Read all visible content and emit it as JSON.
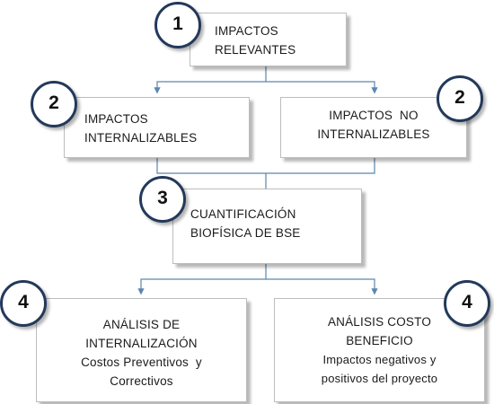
{
  "boxes": {
    "b1": {
      "number": "1",
      "lines": [
        "IMPACTOS",
        "RELEVANTES"
      ]
    },
    "b2a": {
      "number": "2",
      "lines": [
        "IMPACTOS",
        "INTERNALIZABLES"
      ]
    },
    "b2b": {
      "number": "2",
      "lines": [
        "IMPACTOS  NO",
        "INTERNALIZABLES"
      ]
    },
    "b3": {
      "number": "3",
      "lines": [
        "CUANTIFICACIÓN",
        "BIOFÍSICA DE BSE"
      ]
    },
    "b4a": {
      "number": "4",
      "lines": [
        "ANÁLISIS DE",
        "INTERNALIZACIÓN",
        "Costos Preventivos  y",
        "Correctivos"
      ]
    },
    "b4b": {
      "number": "4",
      "lines": [
        "ANÁLISIS COSTO",
        "BENEFICIO",
        "Impactos negativos y",
        "positivos del proyecto"
      ]
    }
  },
  "colors": {
    "connector": "#5b86b0",
    "badge_border": "#23395b",
    "box_border": "#bdbdbd"
  }
}
